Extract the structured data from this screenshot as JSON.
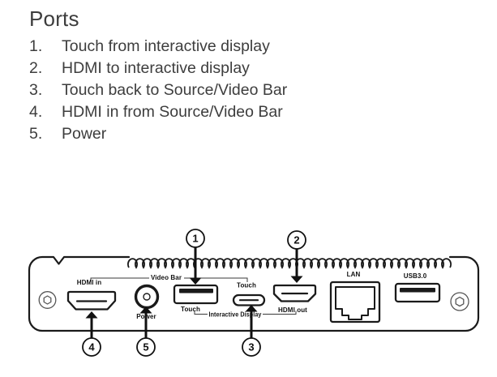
{
  "heading": {
    "title": "Ports"
  },
  "ports_list": {
    "items": [
      {
        "number": "1.",
        "text": "Touch from interactive display"
      },
      {
        "number": "2.",
        "text": "HDMI to interactive display"
      },
      {
        "number": "3.",
        "text": "Touch back to Source/Video Bar"
      },
      {
        "number": "4.",
        "text": "HDMI in from Source/Video Bar"
      },
      {
        "number": "5.",
        "text": "Power"
      }
    ]
  },
  "diagram": {
    "labels": {
      "video_bar": "Video Bar",
      "hdmi_in": "HDMI in",
      "touch_usb_a": "Touch",
      "touch_usb_c": "Touch",
      "interactive_display": "Interactive Display",
      "hdmi_out": "HDMI out",
      "power": "Power",
      "lan": "LAN",
      "usb3": "USB3.0"
    },
    "callouts": {
      "c1": "1",
      "c2": "2",
      "c3": "3",
      "c4": "4",
      "c5": "5"
    },
    "colors": {
      "line": "#1a1a1a",
      "text": "#3d3d3d",
      "screw": "#555555",
      "background": "#ffffff"
    }
  }
}
